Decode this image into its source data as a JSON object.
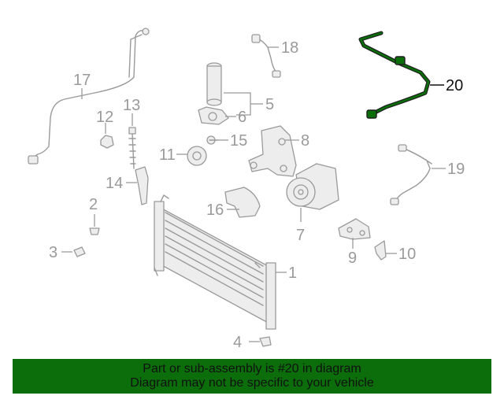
{
  "callouts": {
    "c1": "1",
    "c2": "2",
    "c3": "3",
    "c4": "4",
    "c5": "5",
    "c6": "6",
    "c7": "7",
    "c8": "8",
    "c9": "9",
    "c10": "10",
    "c11": "11",
    "c12": "12",
    "c13": "13",
    "c14": "14",
    "c15": "15",
    "c16": "16",
    "c17": "17",
    "c18": "18",
    "c19": "19",
    "c20": "20"
  },
  "highlighted_part": "20",
  "colors": {
    "highlight": "#0b6e0b",
    "line_art": "#9a9a9a",
    "banner_bg": "#0b6e0b"
  },
  "banner": {
    "line1": "Part or sub-assembly is #20 in diagram",
    "line2": "Diagram may not be specific to your vehicle"
  }
}
